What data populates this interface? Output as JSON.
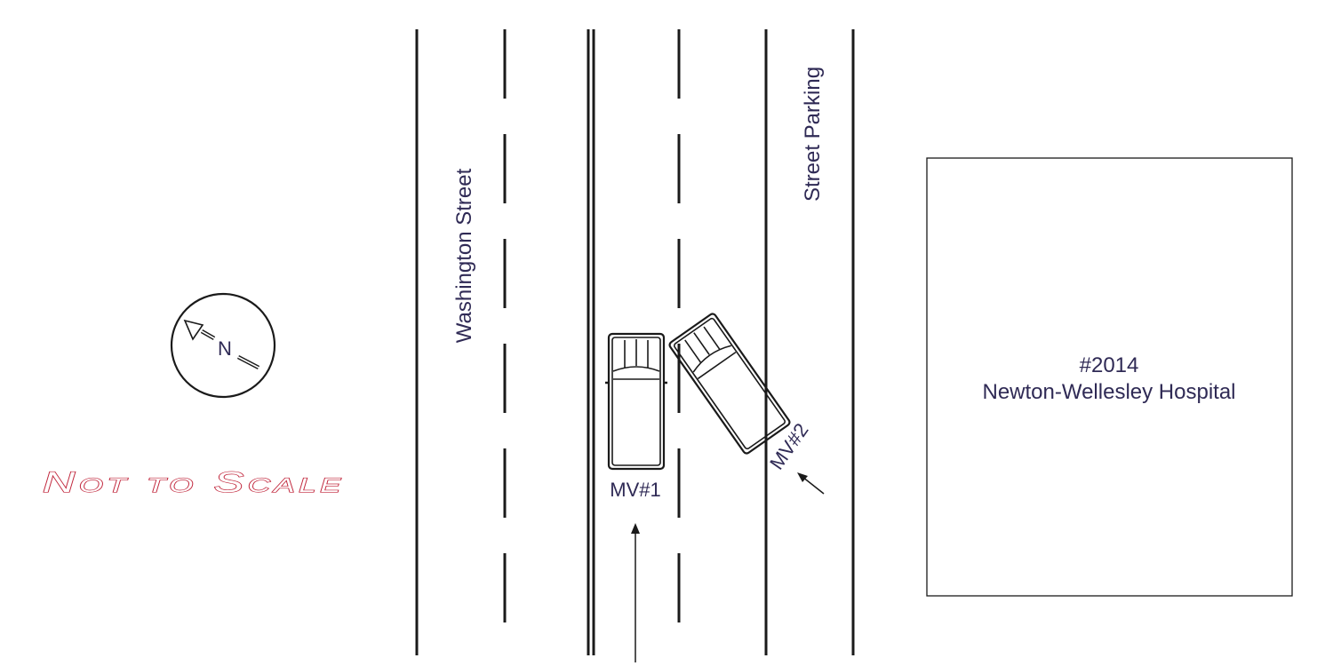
{
  "street": {
    "name": "Washington Street"
  },
  "parking": {
    "label": "Street Parking"
  },
  "vehicles": [
    {
      "label": "MV#1"
    },
    {
      "label": "MV#2"
    }
  ],
  "building": {
    "number": "#2014",
    "name": "Newton-Wellesley Hospital"
  },
  "compass": {
    "letter": "N"
  },
  "scale_note": "Not to Scale",
  "colors": {
    "line": "#1a1a1a",
    "text": "#2f2a55",
    "scale_text": "#c0243a"
  }
}
